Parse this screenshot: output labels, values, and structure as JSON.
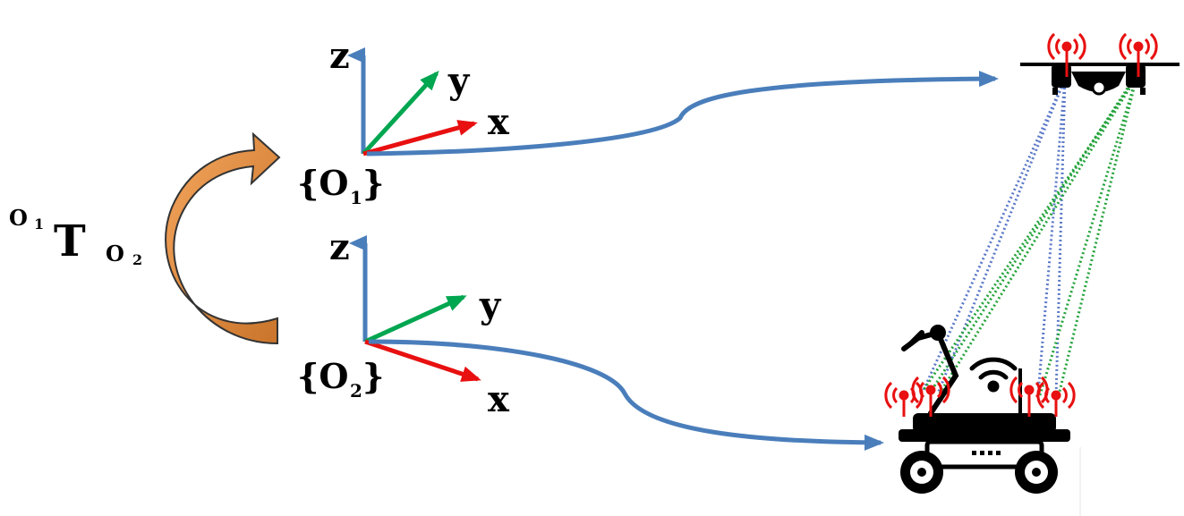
{
  "transform": {
    "main": "T",
    "superscript": "O",
    "superscript_sub": "1",
    "subscript": "O",
    "subscript_sub": "2"
  },
  "frame1": {
    "name": "{O",
    "index": "1",
    "close": "}",
    "axes": {
      "z": "z",
      "y": "y",
      "x": "x"
    }
  },
  "frame2": {
    "name": "{O",
    "index": "2",
    "close": "}",
    "axes": {
      "z": "z",
      "y": "y",
      "x": "x"
    }
  },
  "icons": {
    "drone": "drone-icon",
    "rover": "rover-robot-icon",
    "antenna": "antenna-signal-icon",
    "wifi": "wifi-icon",
    "robot_arm": "robot-arm-icon"
  },
  "colors": {
    "z_axis": "#4a7ebb",
    "y_axis": "#00a650",
    "x_axis": "#e81010",
    "connector": "#4a7ebb",
    "transform_arrow": "#e58a3a",
    "antenna": "#e81010",
    "blue_link": "#5b79c8",
    "green_link": "#23a33a"
  }
}
